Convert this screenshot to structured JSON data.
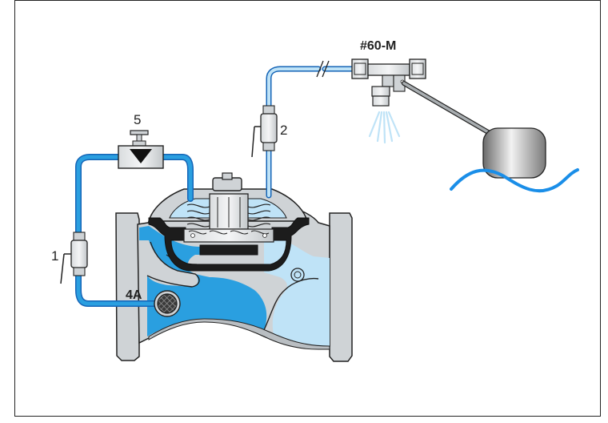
{
  "labels": {
    "pilot": "#60-M",
    "needle_valve": "5",
    "cock_1": "1",
    "cock_2": "2",
    "filter": "4A"
  },
  "colors": {
    "water": "#2a9fe0",
    "water_light": "#bfe3f7",
    "body_gray": "#cfd3d6",
    "tube": "#1565b7",
    "diaphragm": "#1c1c1c",
    "outline": "#222222",
    "wave": "#1a8ee8"
  },
  "icons": {
    "spray": "water-spray-icon",
    "float": "float-ball-icon"
  }
}
